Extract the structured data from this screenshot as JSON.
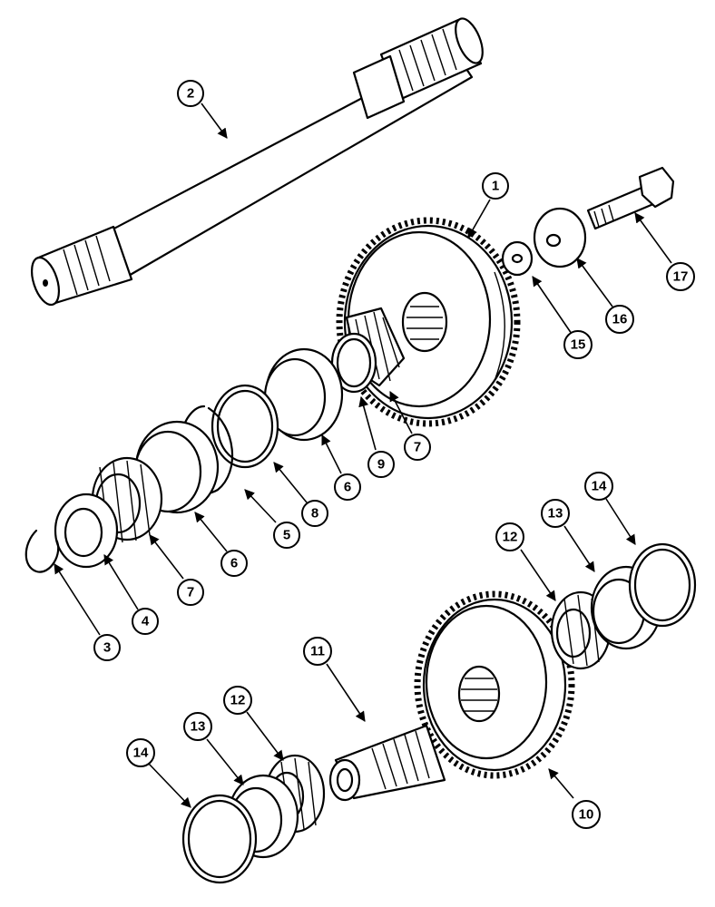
{
  "callouts": [
    {
      "id": "c1",
      "label": "1"
    },
    {
      "id": "c2",
      "label": "2"
    },
    {
      "id": "c3",
      "label": "3"
    },
    {
      "id": "c4",
      "label": "4"
    },
    {
      "id": "c5",
      "label": "5"
    },
    {
      "id": "c6a",
      "label": "6"
    },
    {
      "id": "c6b",
      "label": "6"
    },
    {
      "id": "c7a",
      "label": "7"
    },
    {
      "id": "c7b",
      "label": "7"
    },
    {
      "id": "c8",
      "label": "8"
    },
    {
      "id": "c9",
      "label": "9"
    },
    {
      "id": "c10",
      "label": "10"
    },
    {
      "id": "c11",
      "label": "11"
    },
    {
      "id": "c12a",
      "label": "12"
    },
    {
      "id": "c12b",
      "label": "12"
    },
    {
      "id": "c13a",
      "label": "13"
    },
    {
      "id": "c13b",
      "label": "13"
    },
    {
      "id": "c14a",
      "label": "14"
    },
    {
      "id": "c14b",
      "label": "14"
    },
    {
      "id": "c15",
      "label": "15"
    },
    {
      "id": "c16",
      "label": "16"
    },
    {
      "id": "c17",
      "label": "17"
    }
  ]
}
